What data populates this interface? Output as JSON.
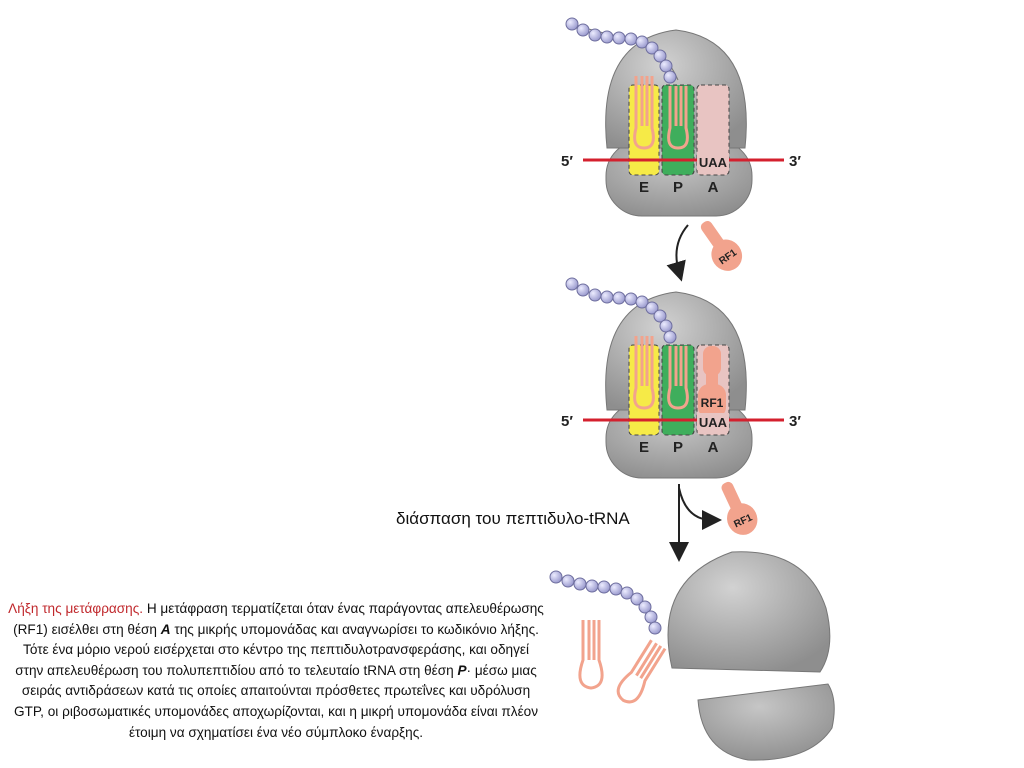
{
  "panel1": {
    "mrna_5": "5′",
    "mrna_3": "3′",
    "site_e": "E",
    "site_p": "P",
    "site_a": "A",
    "stop_codon": "UAA"
  },
  "free_rf1": {
    "label": "RF1"
  },
  "panel2": {
    "mrna_5": "5′",
    "mrna_3": "3′",
    "site_e": "E",
    "site_p": "P",
    "site_a": "A",
    "stop_codon": "UAA",
    "rf1_bound": "RF1"
  },
  "step2": {
    "label": "διάσπαση του πεπτιδυλο-tRNA",
    "released_rf1": "RF1"
  },
  "caption": {
    "title": "Λήξη της μετάφρασης.",
    "part1": " Η μετάφραση τερματίζεται όταν ένας παράγοντας απελευθέρωσης (RF1) εισέλθει στη θέση ",
    "site_a": "A",
    "part2": " της μικρής υπομονάδας και αναγνωρίσει το κωδικόνιο λήξης. Τότε ένα μόριο νερού εισέρχεται στο κέντρο της πεπτιδυλοτρανσφεράσης, και οδηγεί στην απελευθέρωση του πολυπεπτιδίου από το τελευταίο tRNA στη θέση ",
    "site_p": "P",
    "part3": "·  μέσω μιας σειράς αντιδράσεων κατά τις οποίες απαιτούνται πρόσθετες πρωτεΐνες και υδρόλυση GTP, οι ριβοσωματικές υπομονάδες αποχωρίζονται, και η μικρή υπομονάδα είναι πλέον έτοιμη να σχηματίσει ένα νέο σύμπλοκο έναρξης."
  },
  "colors": {
    "ribosome": "#a3a3a3",
    "mrna": "#d4202e",
    "trna": "#f2a38d",
    "e_site": "#f6ea47",
    "p_site": "#3fae5c",
    "a_site": "#e8c4c2",
    "bead": "#b6b6e2"
  }
}
